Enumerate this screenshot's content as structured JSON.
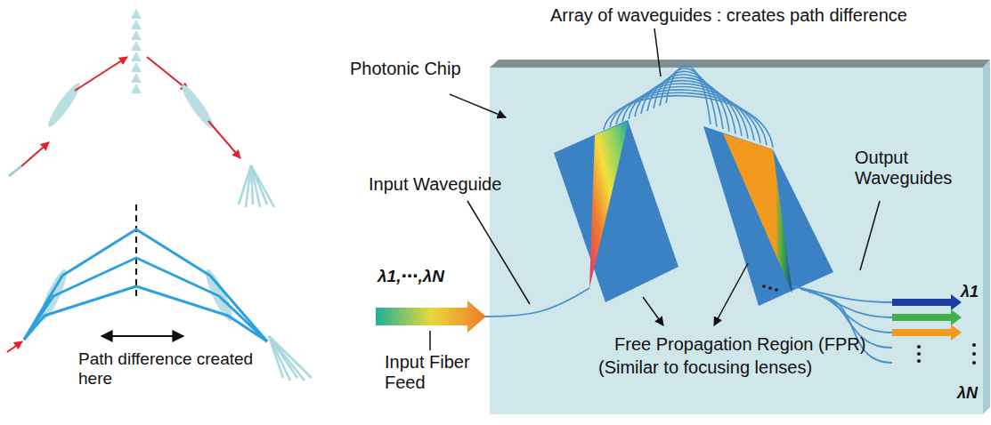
{
  "diagram": {
    "labels": [
      "Array of waveguides : creates path difference",
      "Photonic Chip",
      "Input Waveguide",
      "Output Waveguides",
      "λ1,⋯,λN",
      "Input Fiber Feed",
      "Free Propagation Region (FPR)",
      "(Similar to focusing lenses)",
      "Path difference created here",
      "λ1",
      "λN"
    ]
  }
}
